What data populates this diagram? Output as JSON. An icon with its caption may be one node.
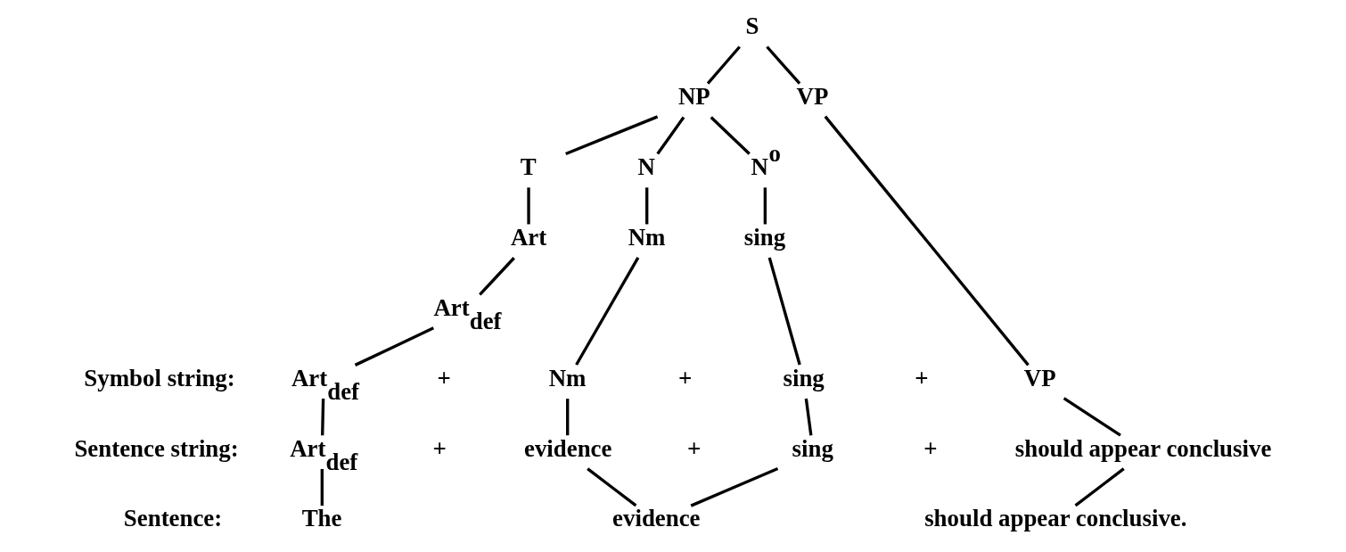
{
  "diagram": {
    "nodes": [
      {
        "text": [
          "S"
        ]
      },
      {
        "text": [
          "NP"
        ]
      },
      {
        "text": [
          "VP"
        ]
      },
      {
        "text": [
          "T"
        ]
      },
      {
        "text": [
          "N"
        ]
      },
      {
        "text": [
          "N$^{o}$"
        ]
      },
      {
        "text": [
          "Art"
        ]
      },
      {
        "text": [
          "Nm"
        ]
      },
      {
        "text": [
          "sing"
        ]
      },
      {
        "text": [
          "Art$_{def}$"
        ]
      },
      {
        "text": [
          "Art$_{def}$"
        ]
      },
      {
        "text": [
          "Nm"
        ]
      },
      {
        "text": [
          "sing"
        ]
      },
      {
        "text": [
          "VP"
        ]
      },
      {
        "text": [
          "Art$_{def}$"
        ]
      },
      {
        "text": [
          "evidence"
        ]
      },
      {
        "text": [
          "sing"
        ]
      },
      {
        "text": [
          "should appear conclusive"
        ]
      },
      {
        "text": [
          "The"
        ]
      },
      {
        "text": [
          "evidence"
        ]
      },
      {
        "text": [
          "should appear conclusive."
        ]
      }
    ],
    "edges": [
      {
        "from": 0,
        "to": 1,
        "arrow": "none"
      },
      {
        "from": 0,
        "to": 2,
        "arrow": "none"
      },
      {
        "from": 1,
        "to": 3,
        "arrow": "none"
      },
      {
        "from": 1,
        "to": 4,
        "arrow": "none"
      },
      {
        "from": 1,
        "to": 5,
        "arrow": "none"
      },
      {
        "from": 3,
        "to": 6,
        "arrow": "none"
      },
      {
        "from": 4,
        "to": 7,
        "arrow": "none"
      },
      {
        "from": 5,
        "to": 8,
        "arrow": "none"
      },
      {
        "from": 6,
        "to": 9,
        "arrow": "none"
      },
      {
        "from": 9,
        "to": 10,
        "arrow": "none"
      },
      {
        "from": 7,
        "to": 11,
        "arrow": "none"
      },
      {
        "from": 8,
        "to": 12,
        "arrow": "none"
      },
      {
        "from": 2,
        "to": 13,
        "arrow": "none"
      },
      {
        "from": 10,
        "to": 14,
        "arrow": "none"
      },
      {
        "from": 11,
        "to": 15,
        "arrow": "none"
      },
      {
        "from": 12,
        "to": 16,
        "arrow": "none"
      },
      {
        "from": 13,
        "to": 17,
        "arrow": "none"
      },
      {
        "from": 14,
        "to": 18,
        "arrow": "none"
      },
      {
        "from": 15,
        "to": 19,
        "arrow": "none"
      },
      {
        "from": 16,
        "to": 19,
        "arrow": "none"
      },
      {
        "from": 17,
        "to": 20,
        "arrow": "none"
      }
    ],
    "labels": [
      "Symbol string:",
      "+",
      "+",
      "+",
      "Sentence string:",
      "+",
      "+",
      "+",
      "Sentence:"
    ]
  }
}
